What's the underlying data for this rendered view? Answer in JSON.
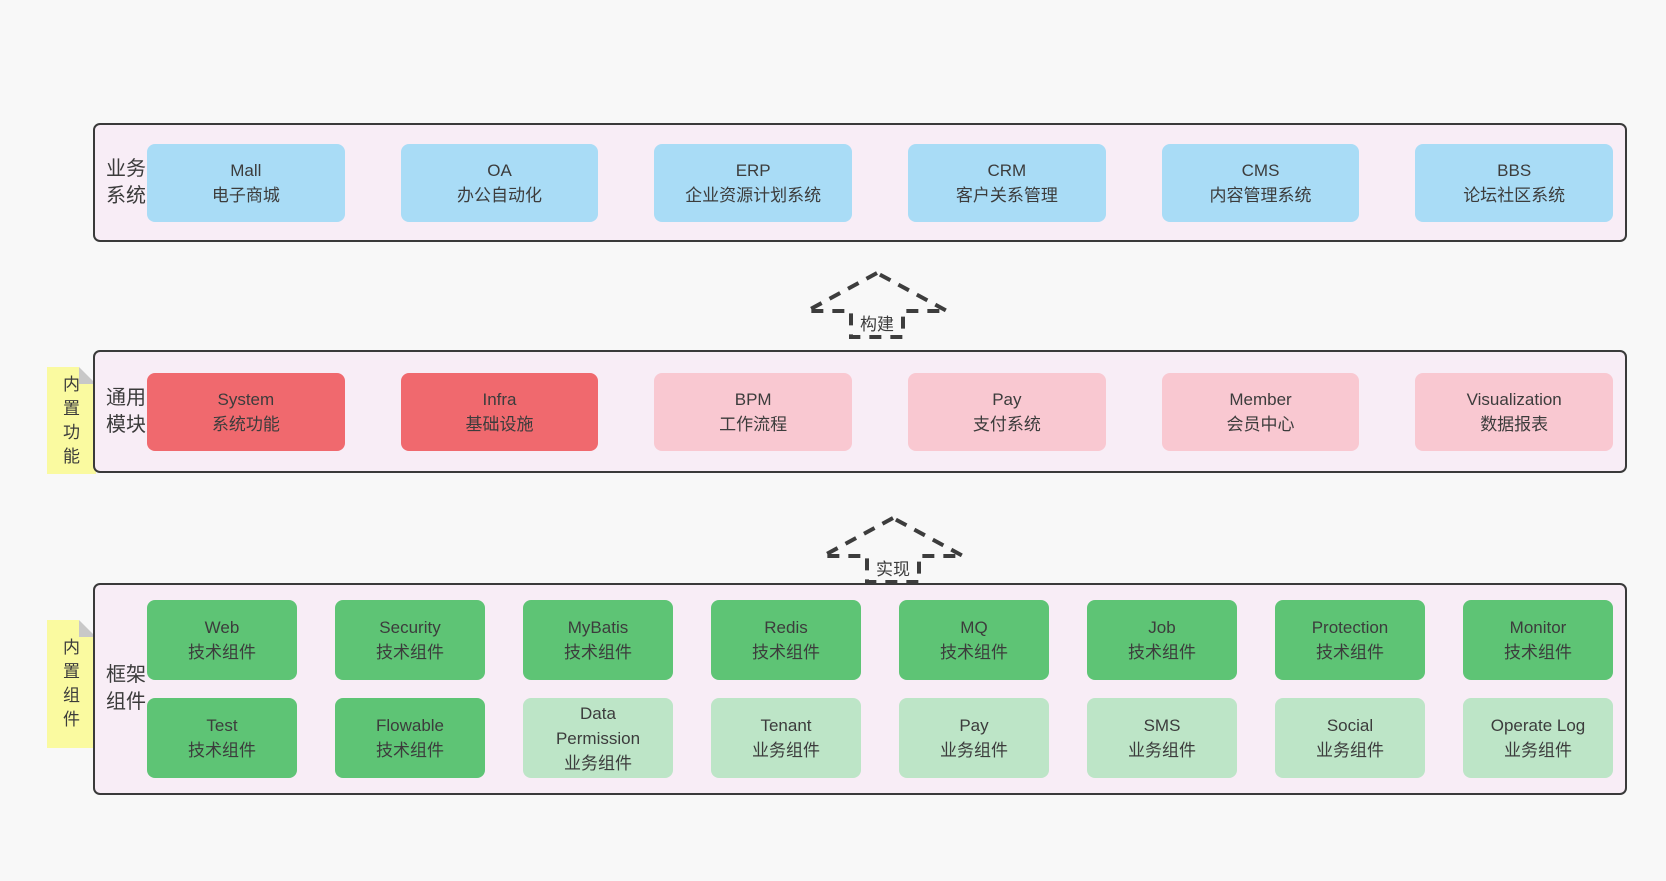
{
  "colors": {
    "canvas": "#f8f8f8",
    "layer_bg": "#f8edf6",
    "layer_border": "#3a3a3a",
    "box_blue": "#a9dcf6",
    "box_red": "#f0696e",
    "box_pink": "#f9c8d1",
    "box_green": "#5ec475",
    "box_light_green": "#bde5c7",
    "sticky_yellow": "#fafaa0",
    "sticky_fold": "#c8c8c8",
    "text": "#3c3c3c"
  },
  "arrows": [
    {
      "label": "构建"
    },
    {
      "label": "实现"
    }
  ],
  "layers": [
    {
      "label": "业务系统",
      "boxes": [
        {
          "name": "Mall",
          "desc": "电子商城"
        },
        {
          "name": "OA",
          "desc": "办公自动化"
        },
        {
          "name": "ERP",
          "desc": "企业资源计划系统"
        },
        {
          "name": "CRM",
          "desc": "客户关系管理"
        },
        {
          "name": "CMS",
          "desc": "内容管理系统"
        },
        {
          "name": "BBS",
          "desc": "论坛社区系统"
        }
      ]
    },
    {
      "label": "通用模块",
      "sticky": "内置功能",
      "boxes": [
        {
          "name": "System",
          "desc": "系统功能"
        },
        {
          "name": "Infra",
          "desc": "基础设施"
        },
        {
          "name": "BPM",
          "desc": "工作流程"
        },
        {
          "name": "Pay",
          "desc": "支付系统"
        },
        {
          "name": "Member",
          "desc": "会员中心"
        },
        {
          "name": "Visualization",
          "desc": "数据报表"
        }
      ]
    },
    {
      "label": "框架组件",
      "sticky": "内置组件",
      "rows": [
        [
          {
            "name": "Web",
            "desc": "技术组件"
          },
          {
            "name": "Security",
            "desc": "技术组件"
          },
          {
            "name": "MyBatis",
            "desc": "技术组件"
          },
          {
            "name": "Redis",
            "desc": "技术组件"
          },
          {
            "name": "MQ",
            "desc": "技术组件"
          },
          {
            "name": "Job",
            "desc": "技术组件"
          },
          {
            "name": "Protection",
            "desc": "技术组件"
          },
          {
            "name": "Monitor",
            "desc": "技术组件"
          }
        ],
        [
          {
            "name": "Test",
            "desc": "技术组件"
          },
          {
            "name": "Flowable",
            "desc": "技术组件"
          },
          {
            "name": "Data\nPermission",
            "desc": "业务组件"
          },
          {
            "name": "Tenant",
            "desc": "业务组件"
          },
          {
            "name": "Pay",
            "desc": "业务组件"
          },
          {
            "name": "SMS",
            "desc": "业务组件"
          },
          {
            "name": "Social",
            "desc": "业务组件"
          },
          {
            "name": "Operate Log",
            "desc": "业务组件"
          }
        ]
      ]
    }
  ]
}
